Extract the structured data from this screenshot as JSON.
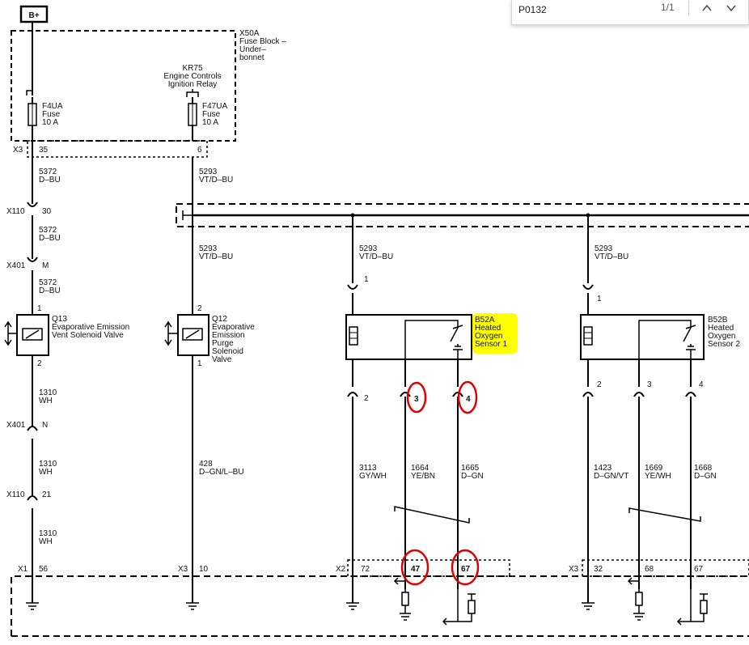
{
  "find_bar": {
    "query": "P0132",
    "match_count": "1/1",
    "prev_icon": "chevron-up-icon",
    "next_icon": "chevron-down-icon"
  },
  "diagram": {
    "power_label": "B+",
    "fuse_block": {
      "ref": "X50A",
      "name_lines": [
        "Fuse Block –",
        "Under–",
        "bonnet"
      ]
    },
    "relay": {
      "ref": "KR75",
      "name_lines": [
        "Engine Controls",
        "Ignition Relay"
      ]
    },
    "fuse_f4": {
      "lines": [
        "F4UA",
        "Fuse",
        "10 A"
      ]
    },
    "fuse_f47": {
      "lines": [
        "F47UA",
        "Fuse",
        "10 A"
      ]
    },
    "connector_x3_top": {
      "ref": "X3",
      "pin_a": "35",
      "pin_b": "6"
    },
    "col1": {
      "wire1": {
        "circuit": "5372",
        "color": "D–BU"
      },
      "x110": {
        "ref": "X110",
        "pin": "30"
      },
      "wire2": {
        "circuit": "5372",
        "color": "D–BU"
      },
      "x401": {
        "ref": "X401",
        "pin": "M"
      },
      "wire3": {
        "circuit": "5372",
        "color": "D–BU"
      },
      "pin1": "1",
      "pin2": "2",
      "device": {
        "ref": "Q13",
        "name_lines": [
          "Evaporative Emission",
          "Vent Solenoid Valve"
        ]
      },
      "wire4": {
        "circuit": "1310",
        "color": "WH"
      },
      "x401b": {
        "ref": "X401",
        "pin": "N"
      },
      "wire5": {
        "circuit": "1310",
        "color": "WH"
      },
      "x110b": {
        "ref": "X110",
        "pin": "21"
      },
      "wire6": {
        "circuit": "1310",
        "color": "WH"
      },
      "x1": {
        "ref": "X1",
        "pin": "56"
      }
    },
    "col2": {
      "wire1": {
        "circuit": "5293",
        "color": "VT/D–BU"
      },
      "wire2": {
        "circuit": "5293",
        "color": "VT/D–BU"
      },
      "pin1": "2",
      "pin2": "1",
      "device": {
        "ref": "Q12",
        "name_lines": [
          "Evaporative",
          "Emission",
          "Purge",
          "Solenoid",
          "Valve"
        ]
      },
      "wire3": {
        "circuit": "428",
        "color": "D–GN/L–BU"
      },
      "x3": {
        "ref": "X3",
        "pin": "10"
      }
    },
    "sensor1": {
      "supply": {
        "circuit": "5293",
        "color": "VT/D–BU"
      },
      "pin_top": "1",
      "device": {
        "ref": "B52A",
        "name_lines": [
          "Heated",
          "Oxygen",
          "Sensor 1"
        ]
      },
      "pins": [
        "2",
        "3",
        "4"
      ],
      "wires": [
        {
          "circuit": "3113",
          "color": "GY/WH"
        },
        {
          "circuit": "1664",
          "color": "YE/BN"
        },
        {
          "circuit": "1665",
          "color": "D–GN"
        }
      ],
      "x2": {
        "ref": "X2",
        "pins": [
          "72",
          "47",
          "67"
        ]
      }
    },
    "sensor2": {
      "supply": {
        "circuit": "5293",
        "color": "VT/D–BU"
      },
      "pin_top": "1",
      "device": {
        "ref": "B52B",
        "name_lines": [
          "Heated",
          "Oxygen",
          "Sensor 2"
        ]
      },
      "pins": [
        "2",
        "3",
        "4"
      ],
      "wires": [
        {
          "circuit": "1423",
          "color": "D–GN/VT"
        },
        {
          "circuit": "1669",
          "color": "YE/WH"
        },
        {
          "circuit": "1668",
          "color": "D–GN"
        }
      ],
      "x3": {
        "ref": "X3",
        "pins": [
          "32",
          "68",
          "67"
        ]
      }
    },
    "highlight_color": "#ffff00",
    "circle_color": "#e00000"
  }
}
